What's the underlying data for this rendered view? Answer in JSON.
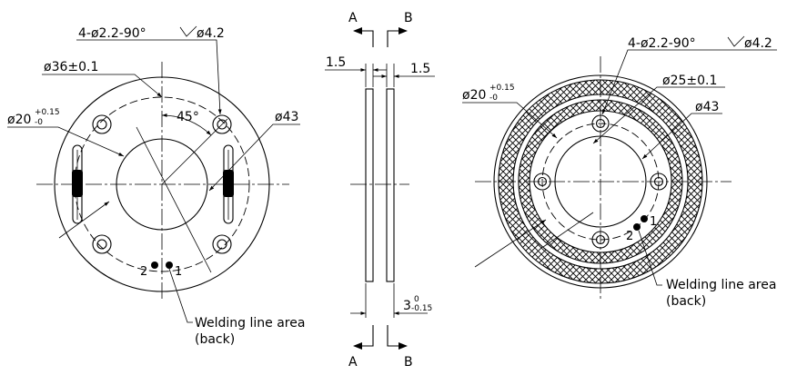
{
  "labels": {
    "left_holes": "4-ø2.2-90°",
    "left_holes_csk": "ø4.2",
    "left_d36": "ø36±0.1",
    "left_d20_main": "ø20",
    "left_d20_upper": "+0.15",
    "left_d20_lower": "-0",
    "left_angle": "45°",
    "left_d43": "ø43",
    "left_pt2": "2",
    "left_pt1": "1",
    "left_weld_1": "Welding line area",
    "left_weld_2": "(back)",
    "sec_A_top": "A",
    "sec_B_top": "B",
    "sec_A_bot": "A",
    "sec_B_bot": "B",
    "sec_dim_left": "1.5",
    "sec_dim_right": "1.5",
    "sec_dim_3": "3",
    "sec_dim_3_upper": "0",
    "sec_dim_3_lower": "-0.15",
    "right_holes": "4-ø2.2-90°",
    "right_holes_csk": "ø4.2",
    "right_d20_main": "ø20",
    "right_d20_upper": "+0.15",
    "right_d20_lower": "-0",
    "right_d25": "ø25±0.1",
    "right_d43": "ø43",
    "right_pt1": "1",
    "right_pt2": "2",
    "right_weld_1": "Welding line area",
    "right_weld_2": "(back)"
  }
}
